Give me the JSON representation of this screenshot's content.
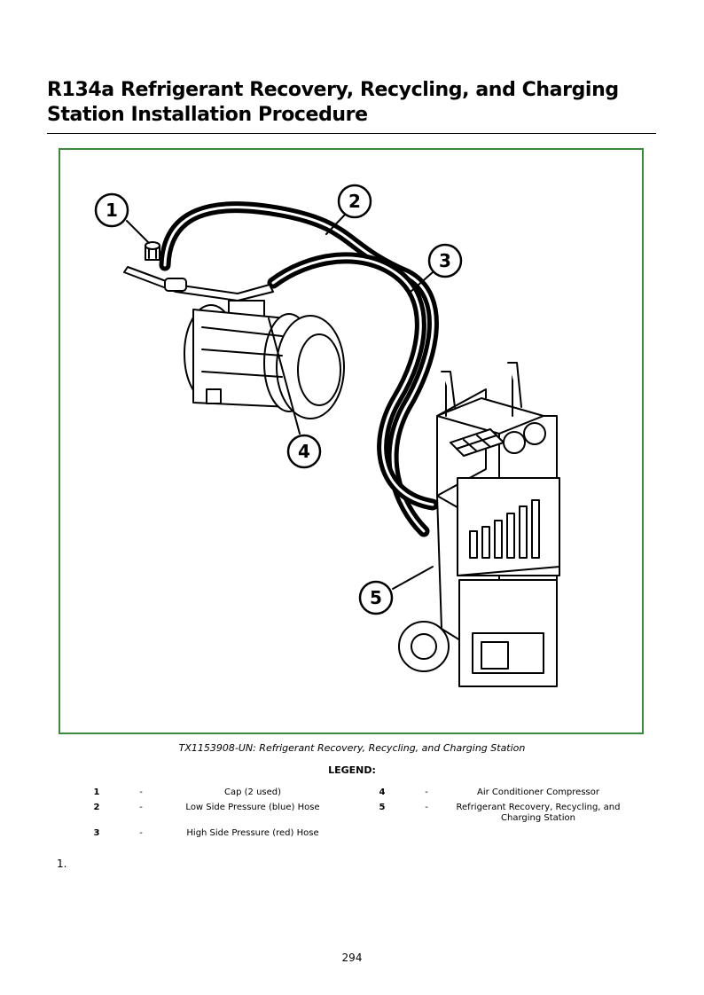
{
  "header": {
    "title_line1": "R134a Refrigerant Recovery, Recycling, and Charging",
    "title_line2": "Station Installation Procedure"
  },
  "figure": {
    "callouts": [
      "1",
      "2",
      "3",
      "4",
      "5"
    ],
    "caption": "TX1153908-UN: Refrigerant Recovery, Recycling, and Charging Station"
  },
  "legend": {
    "heading": "LEGEND:",
    "items": [
      {
        "num": "1",
        "dash": "-",
        "desc": "Cap (2 used)"
      },
      {
        "num": "2",
        "dash": "-",
        "desc": "Low Side Pressure (blue) Hose"
      },
      {
        "num": "3",
        "dash": "-",
        "desc": "High Side Pressure (red) Hose"
      },
      {
        "num": "4",
        "dash": "-",
        "desc": "Air Conditioner Compressor"
      },
      {
        "num": "5",
        "dash": "-",
        "desc": "Refrigerant Recovery, Recycling, and Charging Station"
      }
    ]
  },
  "steps": [
    "1."
  ],
  "footer": {
    "page_number": "294"
  },
  "colors": {
    "figure_border": "#3c8a3c"
  }
}
